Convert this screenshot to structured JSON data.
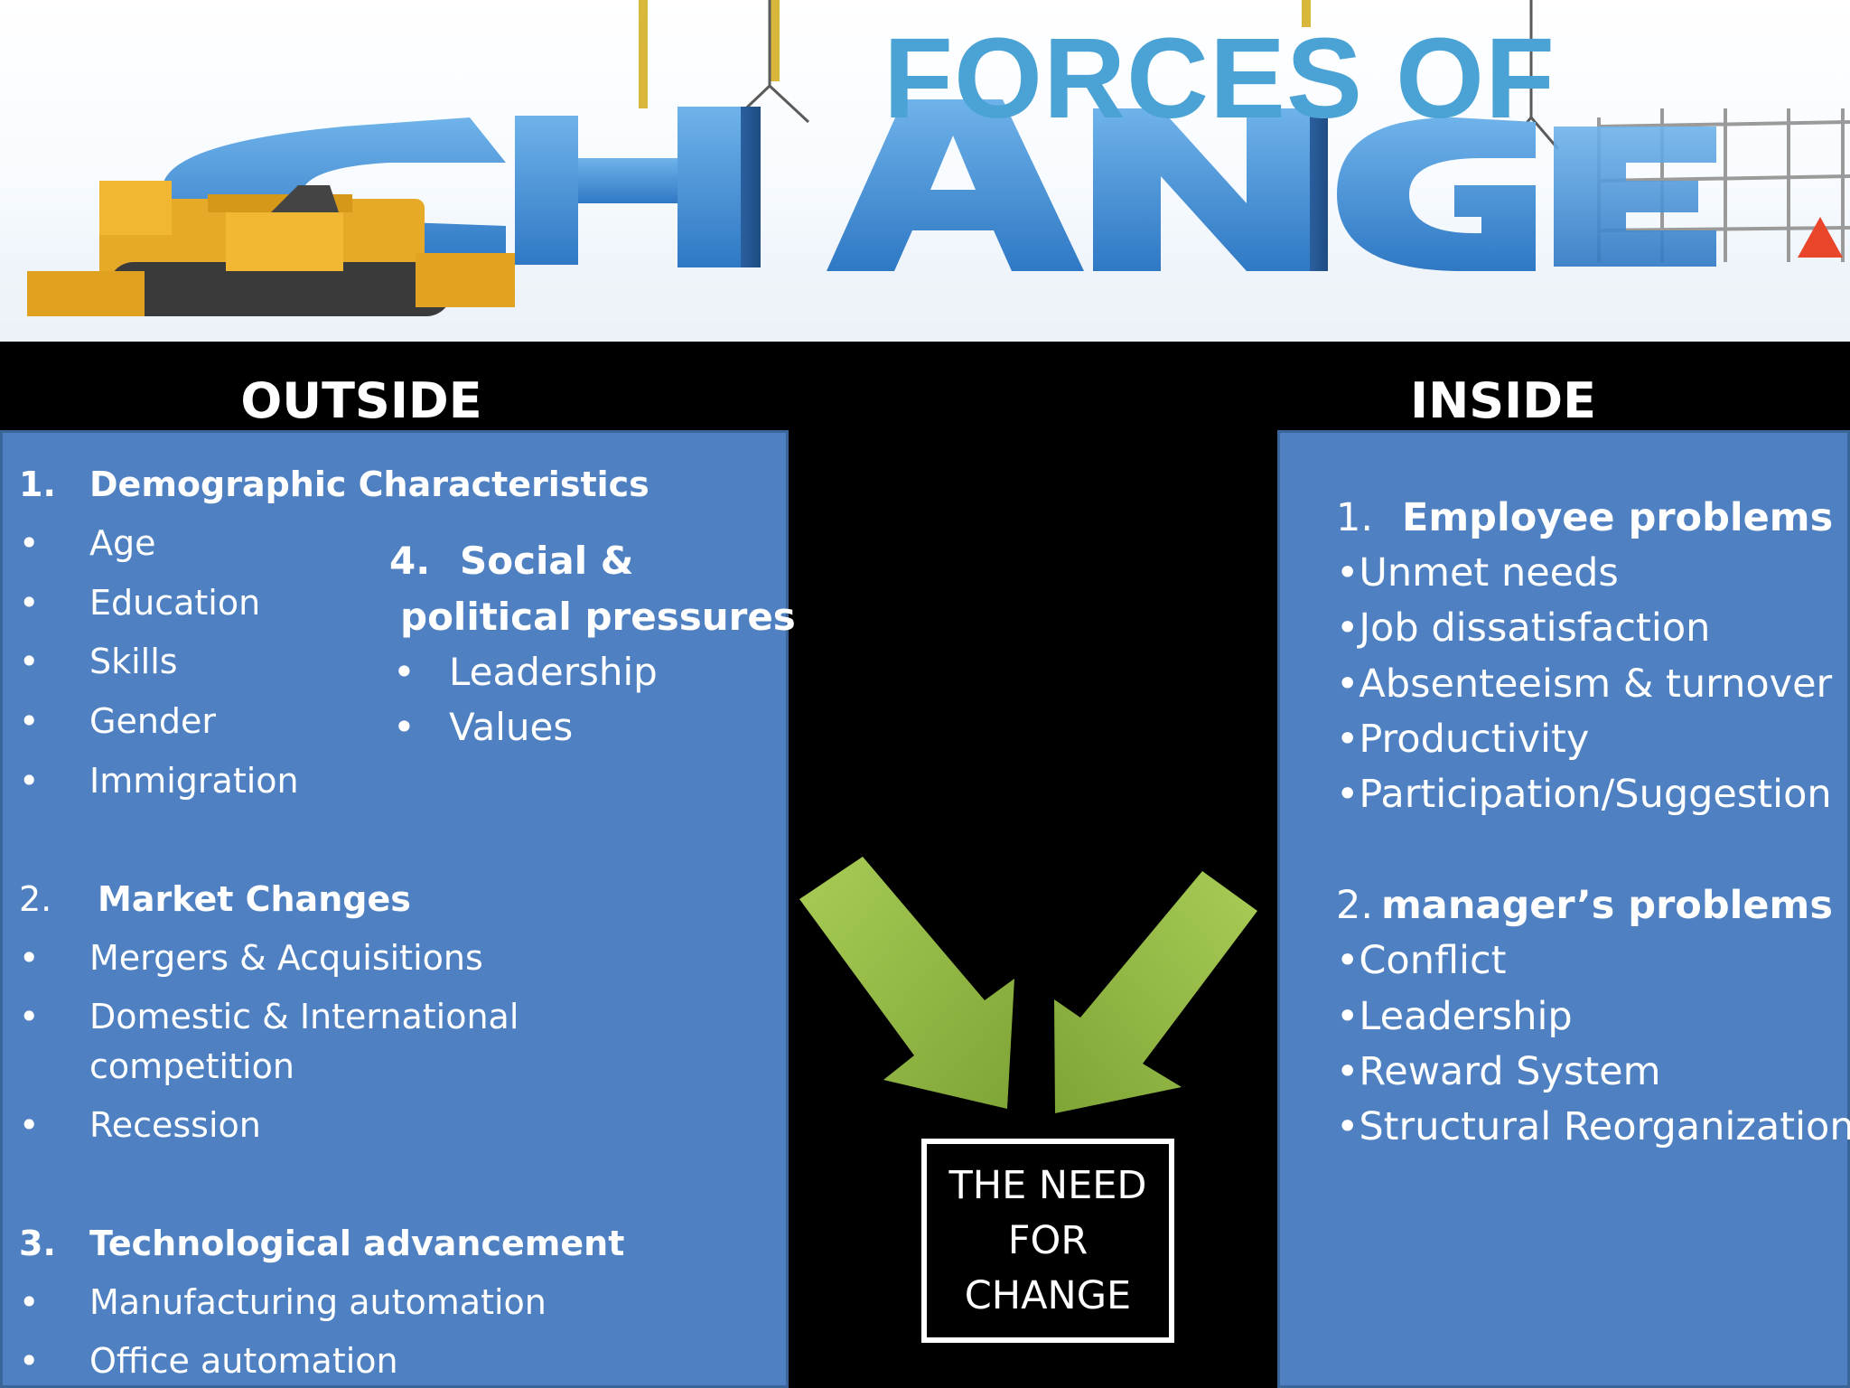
{
  "banner": {
    "title": "FORCES OF",
    "image_word": "CHANGE",
    "title_color": "#4aa3d4",
    "letters_color": "#4f9ad8"
  },
  "outside": {
    "heading": "OUTSIDE",
    "groups": [
      {
        "number": "1.",
        "title": "Demographic Characteristics",
        "items": [
          "Age",
          "Education",
          "Skills",
          "Gender",
          "Immigration"
        ]
      },
      {
        "number": "2.",
        "title": "Market Changes",
        "items": [
          "Mergers & Acquisitions",
          "Domestic & International",
          "competition",
          "Recession"
        ]
      },
      {
        "number": "3.",
        "title": "Technological advancement",
        "items": [
          "Manufacturing automation",
          "Office automation"
        ]
      },
      {
        "number": "4.",
        "title_line1": "Social &",
        "title_line2": "political pressures",
        "items": [
          "Leadership",
          "Values"
        ]
      }
    ],
    "bullet": "•"
  },
  "inside": {
    "heading": "INSIDE",
    "groups": [
      {
        "number": "1.",
        "title": "Employee problems",
        "items": [
          "•Unmet needs",
          "•Job dissatisfaction",
          "•Absenteeism & turnover",
          "•Productivity",
          "•Participation/Suggestion"
        ]
      },
      {
        "number": "2.",
        "title": "manager’s problems",
        "items": [
          "•Conflict",
          "•Leadership",
          "•Reward System",
          "•Structural Reorganization"
        ]
      }
    ]
  },
  "center": {
    "box_lines": [
      "THE NEED",
      "FOR",
      "CHANGE"
    ],
    "arrow_color": "#8fb43e",
    "panel_color": "#4f81c2"
  }
}
